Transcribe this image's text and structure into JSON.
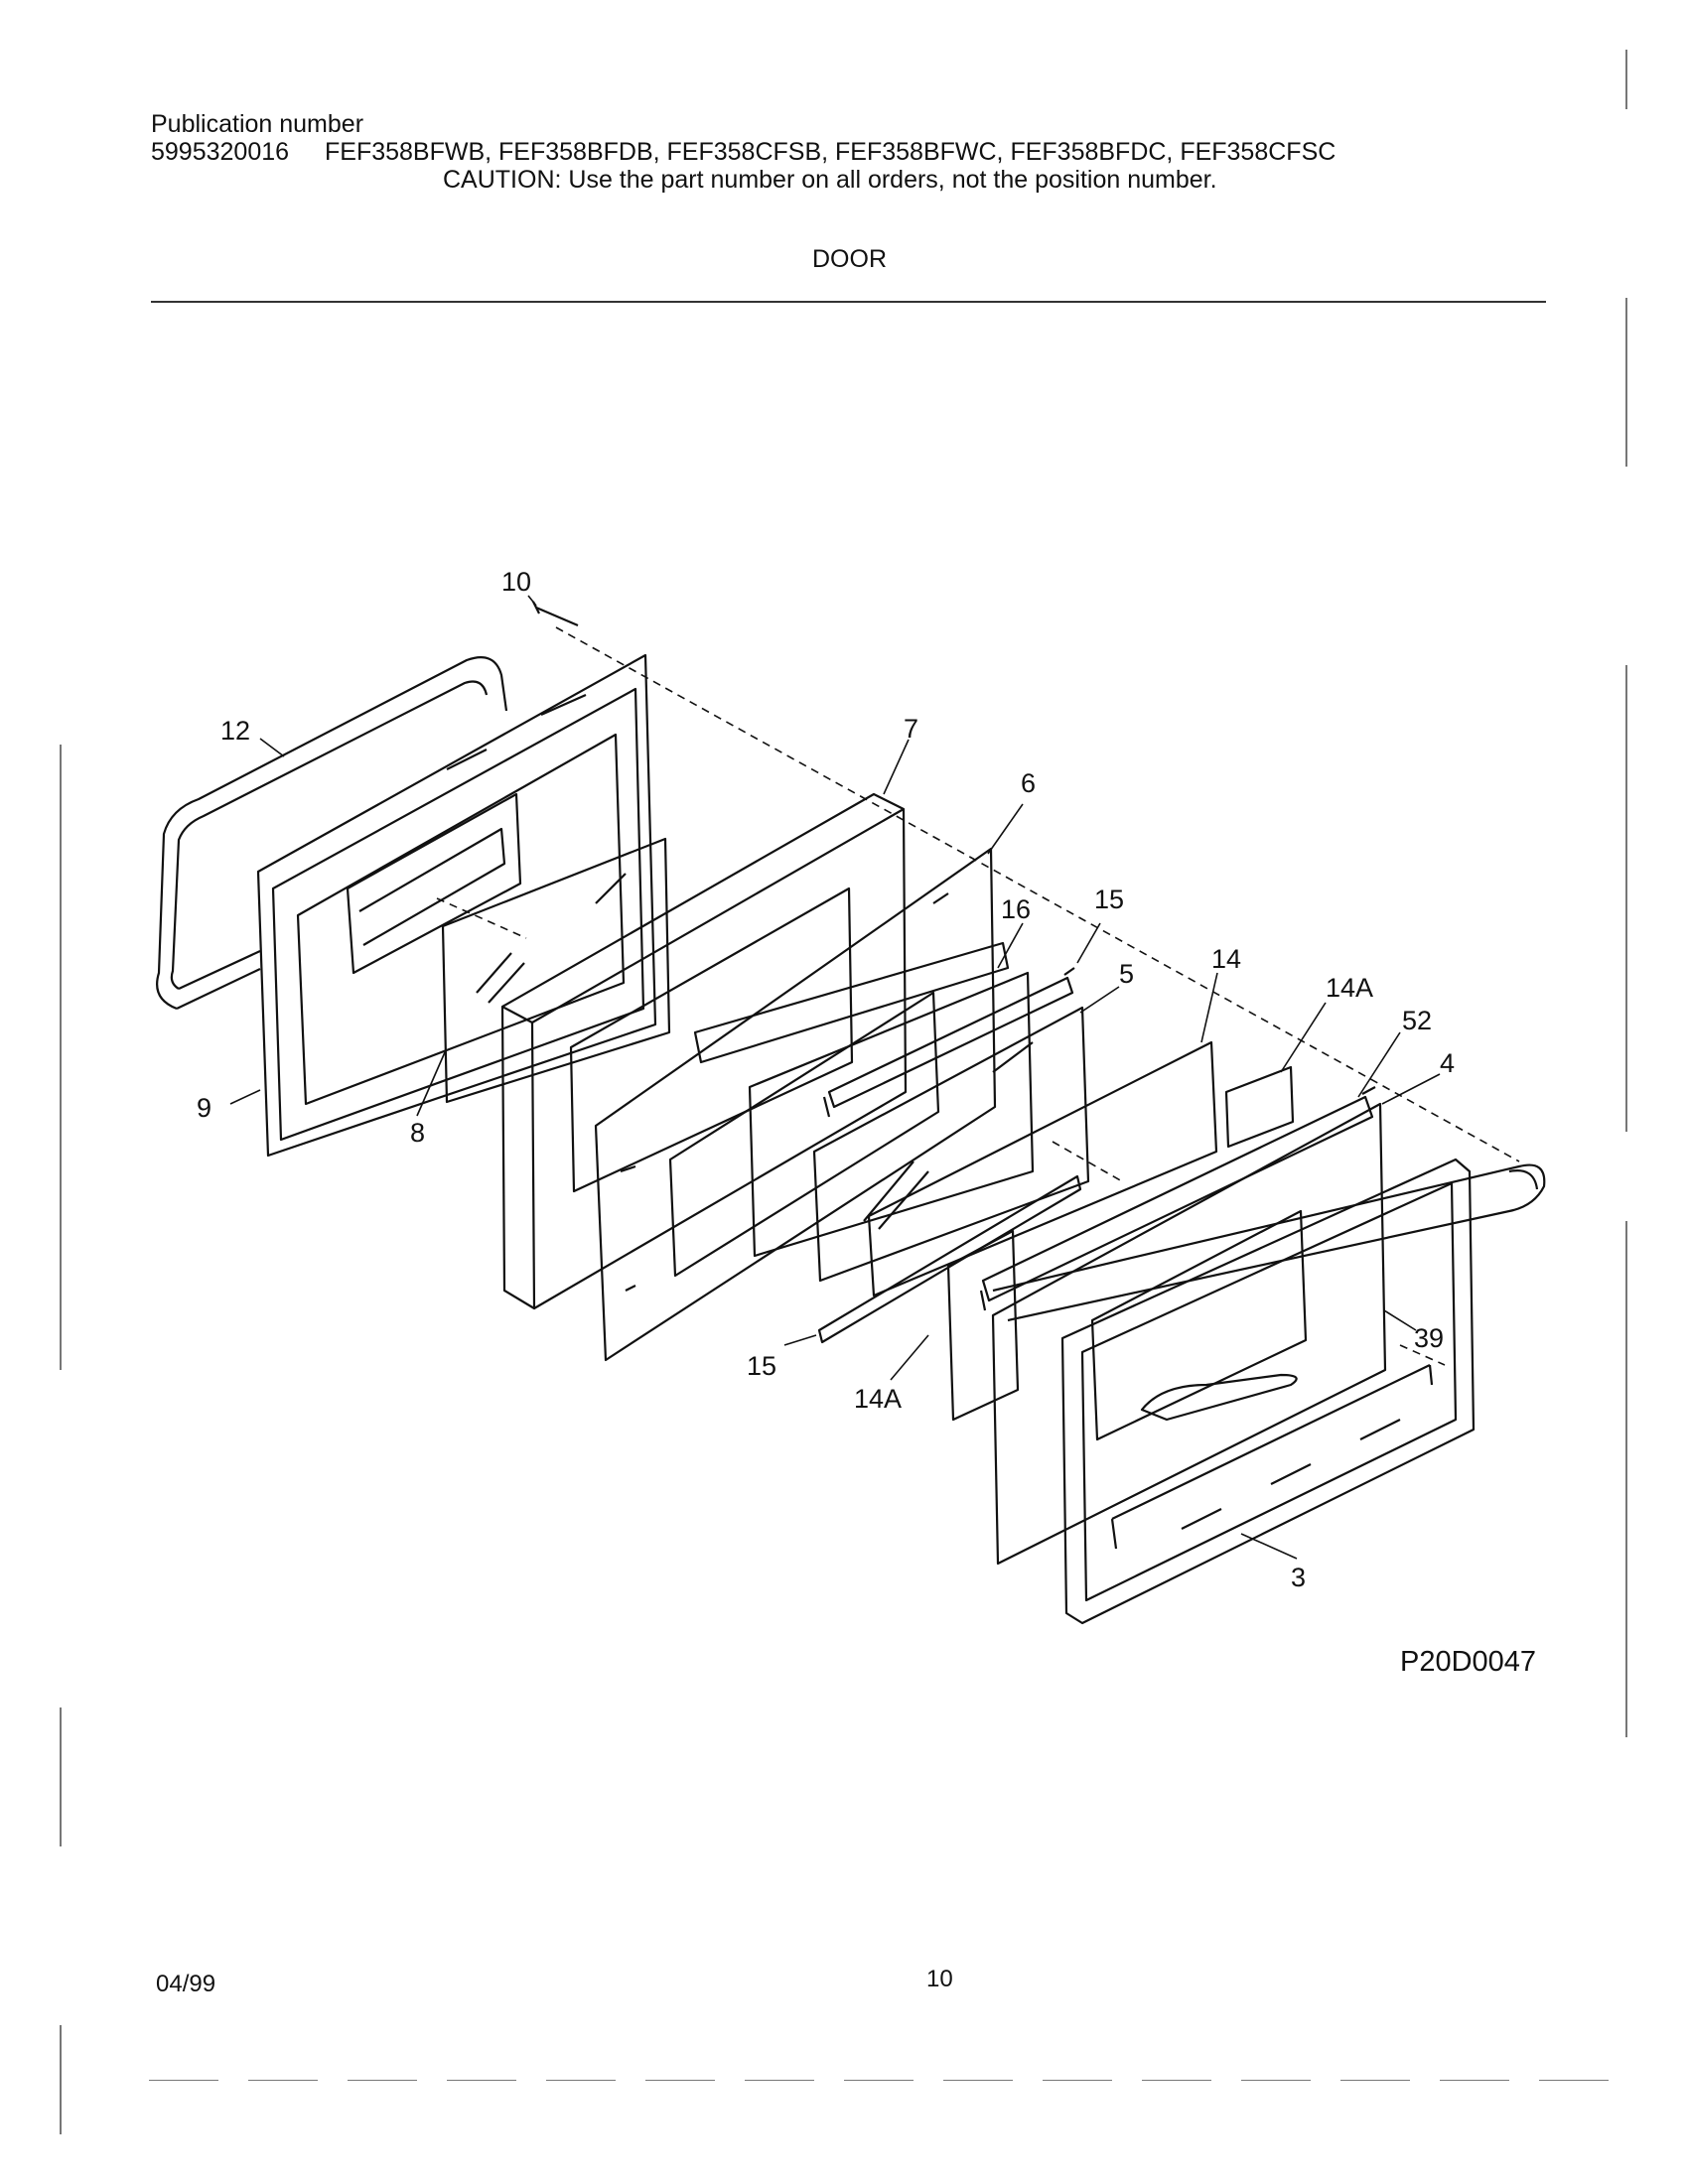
{
  "header": {
    "publication_label": "Publication number",
    "publication_number": "5995320016",
    "models": "FEF358BFWB, FEF358BFDB, FEF358CFSB, FEF358BFWC, FEF358BFDC, FEF358CFSC",
    "caution": "CAUTION:  Use the part number on all orders, not the position number.",
    "section_title": "DOOR"
  },
  "diagram": {
    "code": "P20D0047",
    "callouts": {
      "c10": "10",
      "c12": "12",
      "c7": "7",
      "c6": "6",
      "c16": "16",
      "c15a": "15",
      "c14": "14",
      "c14A_top": "14A",
      "c52": "52",
      "c5": "5",
      "c4": "4",
      "c9": "9",
      "c8": "8",
      "c15b": "15",
      "c39": "39",
      "c14A_bottom": "14A",
      "c3": "3"
    }
  },
  "footer": {
    "date": "04/99",
    "page": "10"
  }
}
